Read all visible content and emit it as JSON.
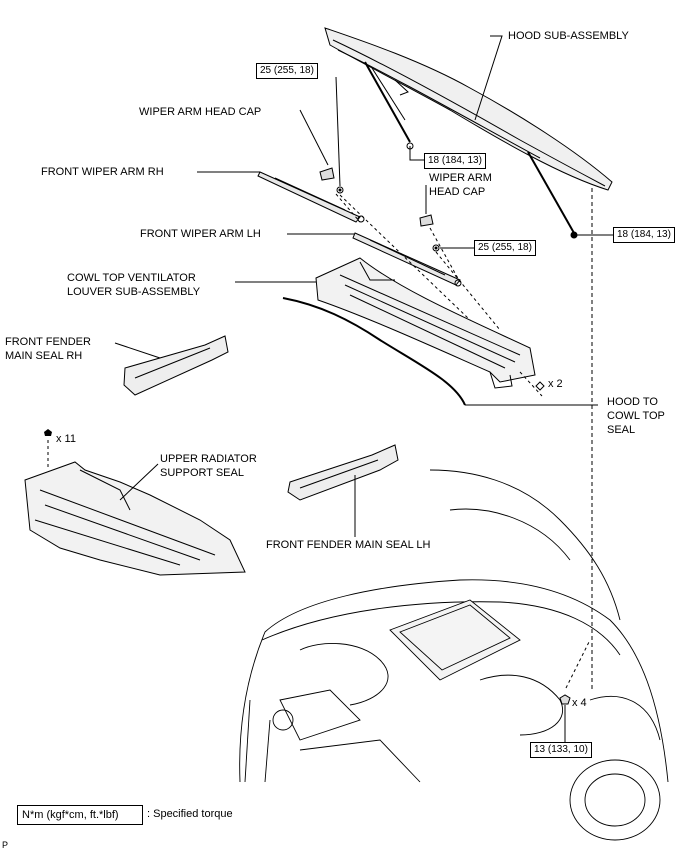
{
  "labels": {
    "hood": "HOOD SUB-ASSEMBLY",
    "wiper_cap_rh": "WIPER ARM HEAD CAP",
    "wiper_arm_rh": "FRONT WIPER ARM RH",
    "wiper_cap_lh_1": "WIPER ARM",
    "wiper_cap_lh_2": "HEAD CAP",
    "wiper_arm_lh": "FRONT WIPER ARM LH",
    "cowl_1": "COWL TOP VENTILATOR",
    "cowl_2": "LOUVER SUB-ASSEMBLY",
    "fender_rh_1": "FRONT FENDER",
    "fender_rh_2": "MAIN SEAL RH",
    "hood_seal_1": "HOOD TO",
    "hood_seal_2": "COWL TOP",
    "hood_seal_3": "SEAL",
    "radiator_1": "UPPER RADIATOR",
    "radiator_2": "SUPPORT SEAL",
    "fender_lh": "FRONT FENDER MAIN SEAL LH"
  },
  "torques": {
    "t1": "25 (255, 18)",
    "t2": "18 (184, 13)",
    "t3": "18 (184, 13)",
    "t4": "25 (255, 18)",
    "t5": "13 (133, 10)"
  },
  "counts": {
    "c_cowl": "x 2",
    "c_radiator": "x 11",
    "c_engine": "x 4"
  },
  "legend": {
    "unit": "N*m (kgf*cm, ft.*lbf)",
    "text": ": Specified torque"
  },
  "corner_mark": "P"
}
